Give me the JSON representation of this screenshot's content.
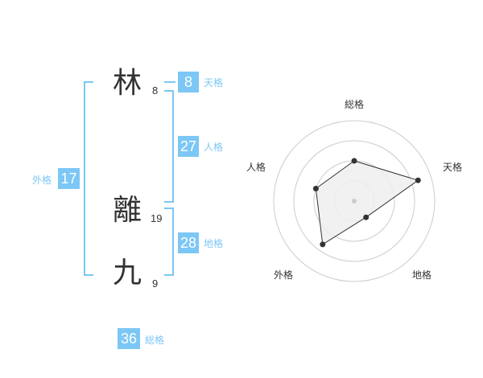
{
  "name": {
    "chars": [
      {
        "char": "林",
        "strokes": "8"
      },
      {
        "char": "離",
        "strokes": "19"
      },
      {
        "char": "九",
        "strokes": "9"
      }
    ]
  },
  "grids": {
    "tenkaku": {
      "value": "8",
      "label": "天格"
    },
    "jinkaku": {
      "value": "27",
      "label": "人格"
    },
    "chikaku": {
      "value": "28",
      "label": "地格"
    },
    "gaikaku": {
      "value": "17",
      "label": "外格"
    },
    "soukaku": {
      "value": "36",
      "label": "総格"
    }
  },
  "colors": {
    "accent": "#7cc7f5",
    "text": "#333333",
    "radar_fill": "#eeeeee",
    "radar_grid": "#cccccc"
  },
  "chart_data": {
    "type": "radar",
    "axes": [
      "総格",
      "天格",
      "地格",
      "外格",
      "人格"
    ],
    "values": [
      3,
      5,
      1.5,
      4,
      3
    ],
    "max": 6,
    "rings": 4
  }
}
